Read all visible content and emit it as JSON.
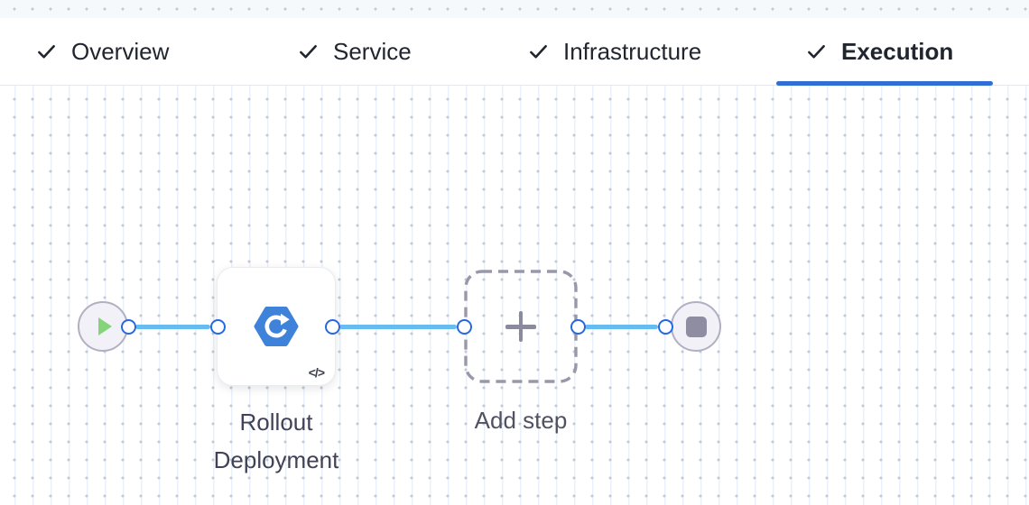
{
  "tabs": {
    "items": [
      {
        "label": "Overview",
        "active": false
      },
      {
        "label": "Service",
        "active": false
      },
      {
        "label": "Infrastructure",
        "active": false
      },
      {
        "label": "Execution",
        "active": true
      }
    ],
    "check_icon": "check-icon"
  },
  "pipeline": {
    "start_node": {
      "icon": "play-icon"
    },
    "step_node": {
      "label": "Rollout Deployment",
      "icon": "rollout-deployment-icon",
      "code_toggle_glyph": "</>"
    },
    "add_step_node": {
      "label": "Add step",
      "icon": "plus-icon"
    },
    "end_node": {
      "icon": "stop-icon"
    }
  },
  "colors": {
    "accent_blue": "#2f6fd3",
    "connector_blue": "#66bbf1",
    "port_blue": "#2569e2",
    "play_green": "#84d47a",
    "stop_gray": "#8f8da2",
    "step_icon_blue": "#3e82da"
  }
}
